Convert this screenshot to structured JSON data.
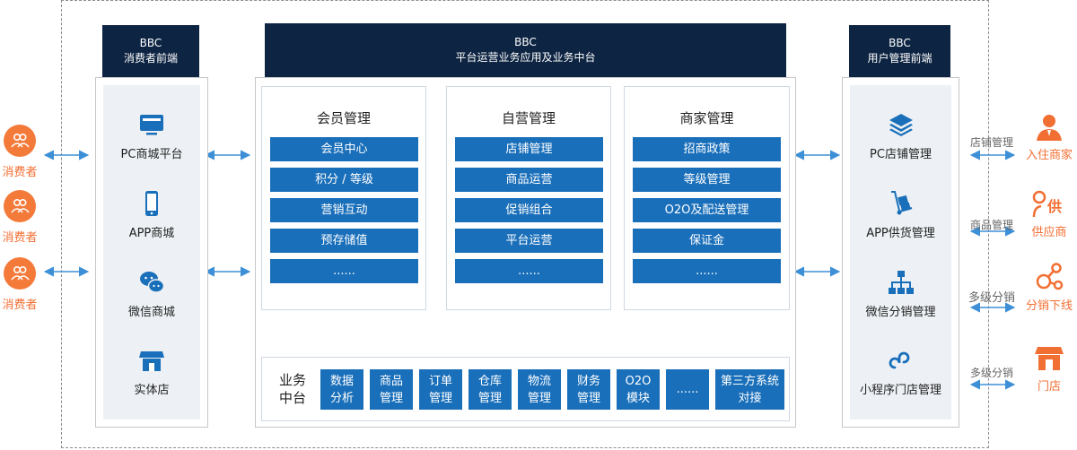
{
  "left_users": {
    "label": "消费者"
  },
  "consumer_front": {
    "header_line1": "BBC",
    "header_line2": "消费者前端",
    "items": [
      "PC商城平台",
      "APP商城",
      "微信商城",
      "实体店"
    ]
  },
  "platform": {
    "header_line1": "BBC",
    "header_line2": "平台运营业务应用及业务中台",
    "modules": [
      {
        "title": "会员管理",
        "items": [
          "会员中心",
          "积分 / 等级",
          "营销互动",
          "预存储值",
          "......"
        ]
      },
      {
        "title": "自营管理",
        "items": [
          "店铺管理",
          "商品运营",
          "促销组合",
          "平台运营",
          "......"
        ]
      },
      {
        "title": "商家管理",
        "items": [
          "招商政策",
          "等级管理",
          "O2O及配送管理",
          "保证金",
          "......"
        ]
      }
    ],
    "middle": {
      "label_line1": "业务",
      "label_line2": "中台",
      "items": [
        [
          "数据",
          "分析"
        ],
        [
          "商品",
          "管理"
        ],
        [
          "订单",
          "管理"
        ],
        [
          "仓库",
          "管理"
        ],
        [
          "物流",
          "管理"
        ],
        [
          "财务",
          "管理"
        ],
        [
          "O2O",
          "模块"
        ],
        [
          "......",
          ""
        ],
        [
          "第三方系统",
          "对接"
        ]
      ]
    }
  },
  "user_front": {
    "header_line1": "BBC",
    "header_line2": "用户管理前端",
    "items": [
      "PC店铺管理",
      "APP供货管理",
      "微信分销管理",
      "小程序门店管理"
    ]
  },
  "right_links": [
    "店铺管理",
    "商品管理",
    "多级分销",
    "多级分销"
  ],
  "right_roles": [
    "入住商家",
    "供应商",
    "分销下线",
    "门店"
  ],
  "supplier_icon_char": "供",
  "colors": {
    "dark": "#0d2442",
    "blue": "#1a6fba",
    "orange": "#f26f33",
    "panel_bg": "#edf1f5"
  }
}
